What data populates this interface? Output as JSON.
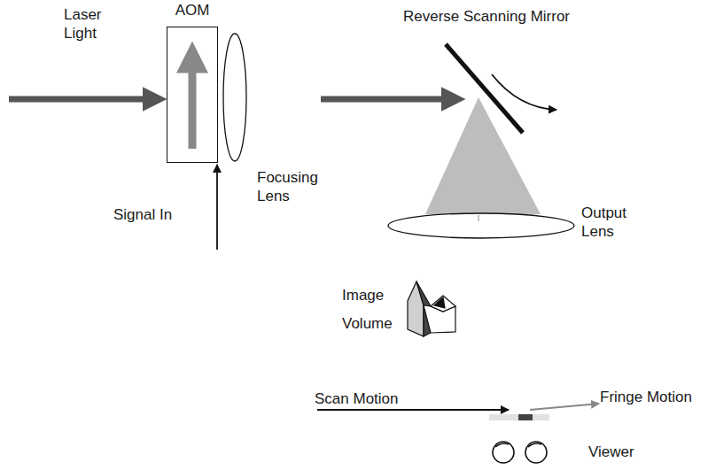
{
  "diagram": {
    "nodes": [
      {
        "text": [
          "AOM"
        ]
      }
    ],
    "labels": [
      "Laser Light",
      "Reverse Scanning Mirror",
      "Signal In",
      "Focusing Lens",
      "Output Lens",
      "Image Volume",
      "Scan Motion",
      "Fringe Motion",
      "Viewer"
    ]
  }
}
